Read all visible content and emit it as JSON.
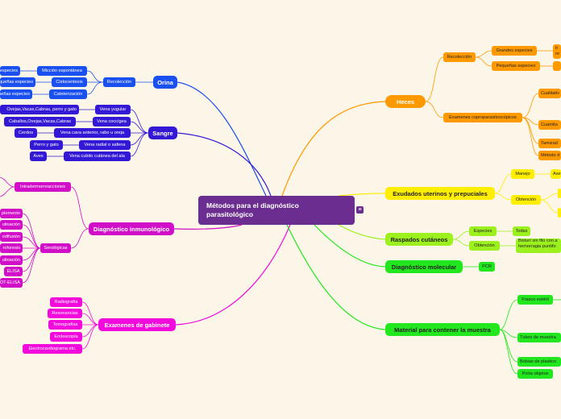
{
  "root": {
    "title": "Métodos para el diagnóstico parasitológico",
    "notes_icon": "notes-icon"
  },
  "orina": {
    "label": "Orina",
    "recoleccion": "Recolección",
    "metodos": [
      "Micción espontánea",
      "Cistocentesis",
      "Cateterización"
    ],
    "especies": [
      "especies",
      "queñas especies",
      "ueñas especies"
    ]
  },
  "sangre": {
    "label": "Sangre",
    "venas": [
      "Vena yugular",
      "Vena coccígea",
      "Vena cava anterior, rabo u oreja",
      "Vena radial o safena",
      "Vena cubito cutánea del ala"
    ],
    "animales": [
      "Ovejas,Vacas,Cabras, perro y gato",
      "Caballos,Ovejas,Vacas,Cabras",
      "Cerdos",
      "Perro y gato",
      "Aves"
    ]
  },
  "inmuno": {
    "label": "Diagnóstico inmunológico",
    "intradermo": "Intradermorreacciones",
    "serologicas": "Serológicas",
    "pruebas": [
      "plemento",
      "utinación",
      "odifusión",
      "roforesis",
      "utinación",
      "ELISA",
      "OT-ELISA"
    ]
  },
  "gabinete": {
    "label": "Examenes de gabinete",
    "items": [
      "Radiografía",
      "Resonancias",
      "Tomografías",
      "Endoscopia",
      "Electrocardiograma etc."
    ]
  },
  "heces": {
    "label": "Heces",
    "recoleccion": "Recolección",
    "grandes": "Grandes especies",
    "grandes_det": "Ir re",
    "pequenas": "Pequeñas especies",
    "pequenas_det": "",
    "examenes": "Examenes coproparasitoscópicos",
    "examenes_items": [
      "Cualitativ",
      "Cuantita",
      "Tamizad",
      "Método d"
    ]
  },
  "exudados": {
    "label": "Exudados uterinos y prepuciales",
    "manejo": "Manejo",
    "manejo_det": "Ase",
    "obtencion": "Obtención"
  },
  "raspados": {
    "label": "Raspados cutáneos",
    "especies": "Especies",
    "todas": "Todas",
    "obtencion": "Obtención",
    "obtencion_det": "Bisturí sin filo con a hemorragia puntifo"
  },
  "molecular": {
    "label": "Diagnóstico molecular",
    "pcr": "PCR"
  },
  "material": {
    "label": "Material para contener la muestra",
    "items": [
      "Frasco estéril",
      "Tubos de muestra",
      "Bolsas de plastico",
      "Porta objetos"
    ]
  },
  "colors": {
    "orina": "#1a4ff0",
    "sangre": "#3319d6",
    "inmuno": "#d10fc8",
    "gabinete": "#f20adc",
    "heces": "#ff9900",
    "exudados": "#ffee00",
    "raspados": "#9cf01e",
    "verde": "#22e61e",
    "root": "#6b2d8f"
  }
}
